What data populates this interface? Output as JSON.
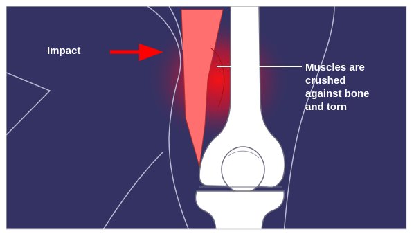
{
  "labels": {
    "impact": "Impact",
    "muscles_line1": "Muscles are",
    "muscles_line2": "crushed",
    "muscles_line3": "against bone",
    "muscles_line4": "and torn"
  },
  "colors": {
    "background": "#343263",
    "outline": "#b9b9d3",
    "bone": "#ffffff",
    "bone_outline": "#6d6d80",
    "muscle": "#ff6f6f",
    "bruise_glow": "#ff0000",
    "arrow": "#ff0000",
    "text": "#ffffff"
  }
}
